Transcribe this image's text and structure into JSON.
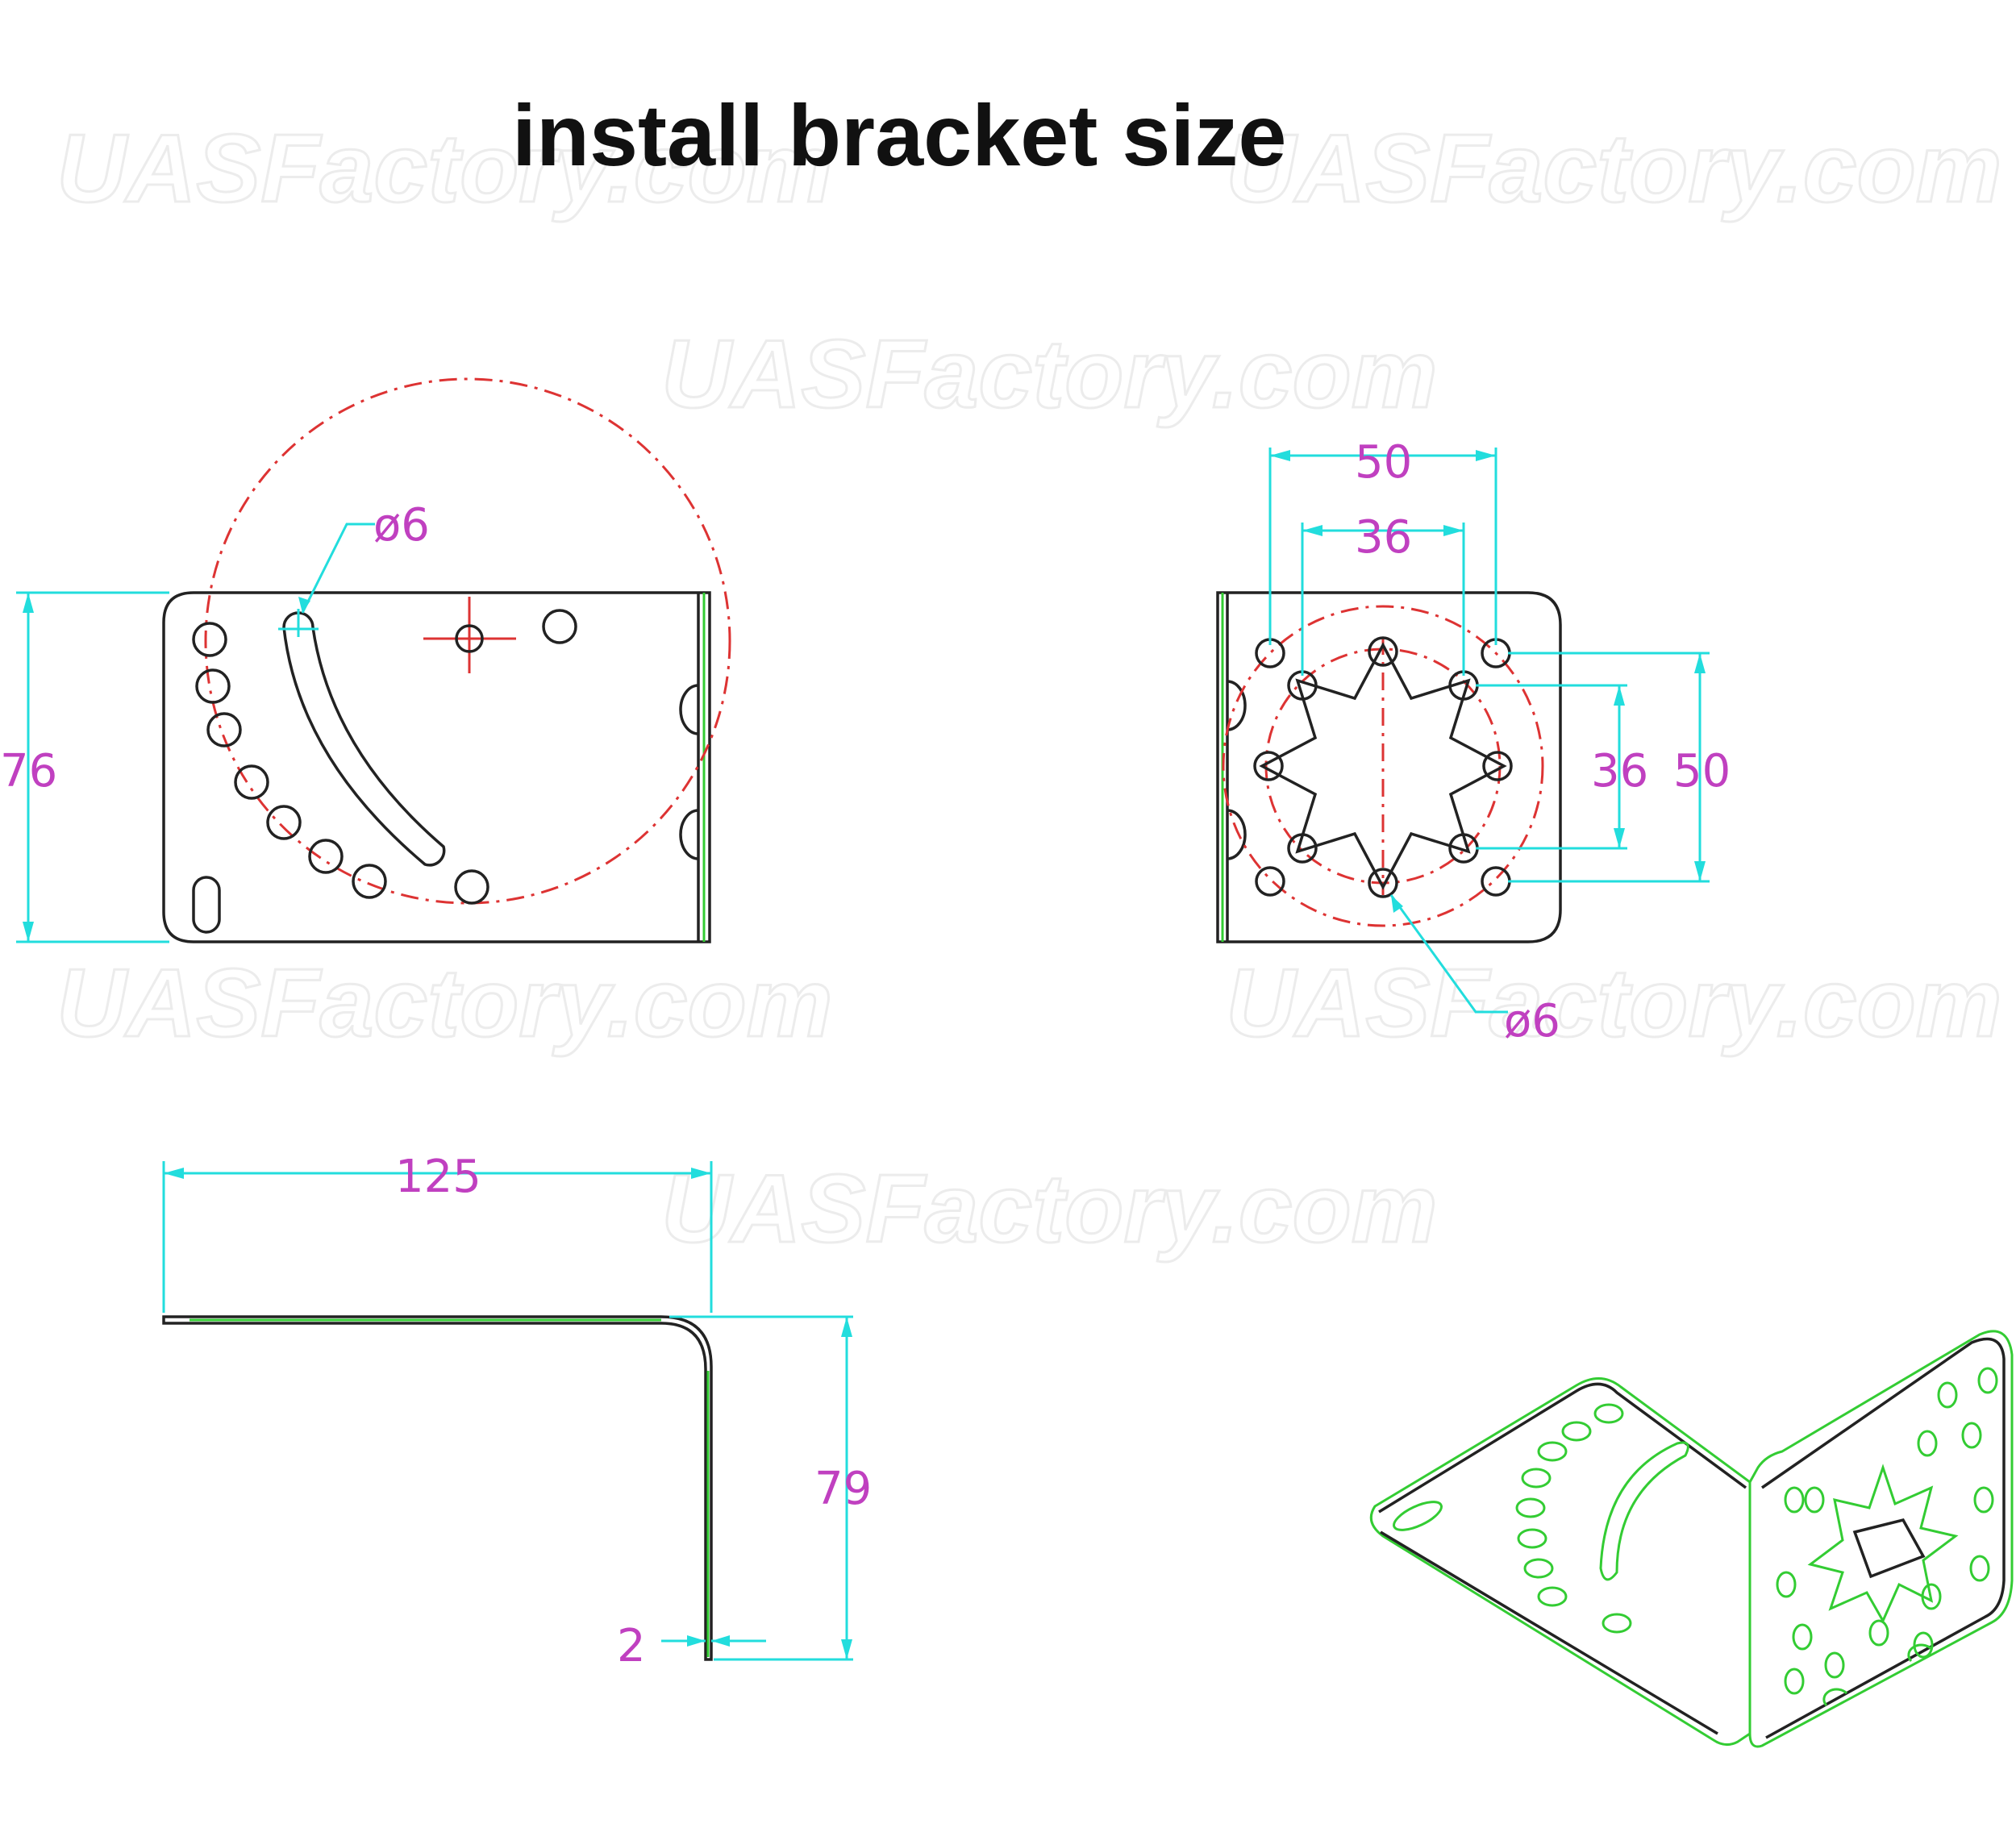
{
  "title": "install bracket size",
  "watermark": "UASFactory.com",
  "colors": {
    "outline": "#222222",
    "bend_edge": "#33cc33",
    "dimension_lines": "#22dddd",
    "dimension_text": "#c040c0",
    "center_lines": "#dd3333"
  },
  "dimensions": {
    "side_height": "76",
    "slot_diameter": "ø6",
    "outer_pitch_width": "50",
    "inner_pitch_width": "36",
    "inner_pitch_height": "36",
    "outer_pitch_height": "50",
    "hole_diameter": "ø6",
    "base_length": "125",
    "upright_height": "79",
    "thickness": "2"
  }
}
